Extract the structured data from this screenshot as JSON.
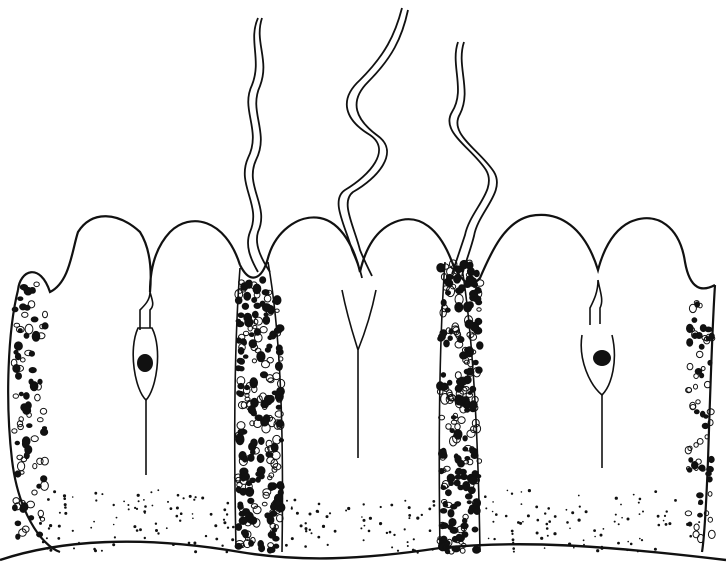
{
  "figure": {
    "colors": {
      "background": "#ffffff",
      "ink": "#111111"
    },
    "icons": {
      "cell_outline": "cell-outline",
      "granular_zone": "granule-dots",
      "flagellum": "wavy-flagellum",
      "nucleus": "dark-nucleus",
      "collar_canal": "v-canal"
    }
  }
}
